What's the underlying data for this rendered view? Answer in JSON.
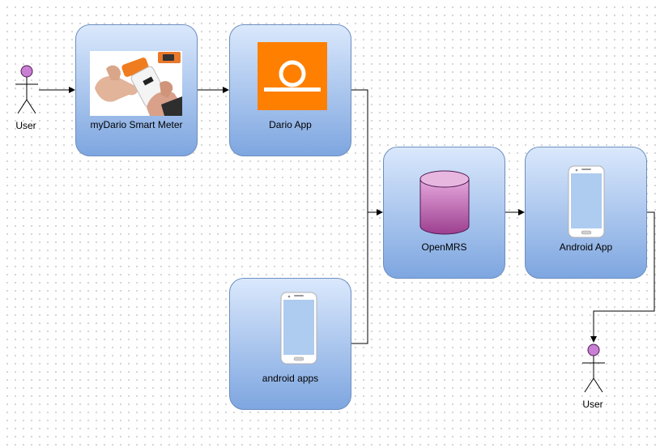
{
  "nodes": {
    "meter": {
      "label": "myDario Smart Meter"
    },
    "dario": {
      "label": "Dario App"
    },
    "openmrs": {
      "label": "OpenMRS"
    },
    "android_app": {
      "label": "Android App"
    },
    "android_apps": {
      "label": "android apps"
    }
  },
  "actors": {
    "user_left": {
      "label": "User"
    },
    "user_bottom": {
      "label": "User"
    }
  },
  "colors": {
    "node_fill_top": "#dae8fc",
    "node_fill_bottom": "#7ea6e0",
    "node_border": "#6c8ebf",
    "dario_orange": "#ff7f00",
    "database_fill": "#d57bc4",
    "actor_head": "#c97fd3",
    "edge": "#000000"
  },
  "icons": {
    "meter": "glucose-meter-photo",
    "dario": "dario-logo-icon",
    "openmrs": "database-cylinder-icon",
    "android_app": "smartphone-icon",
    "android_apps": "smartphone-icon",
    "actor": "stick-figure-icon"
  }
}
